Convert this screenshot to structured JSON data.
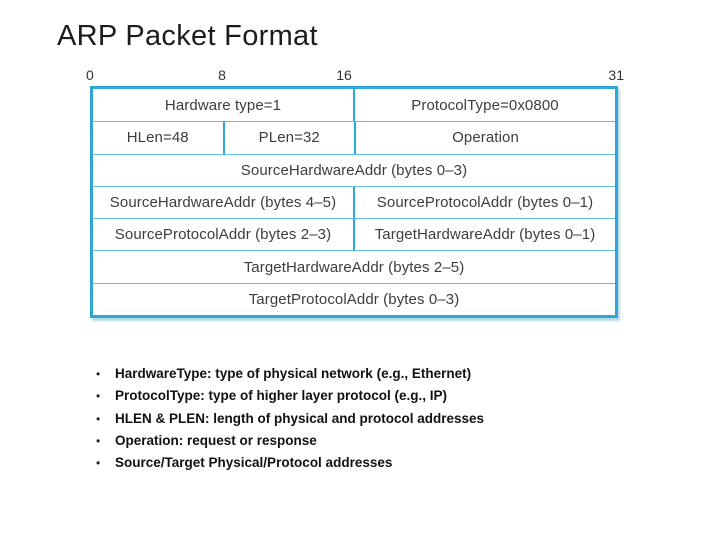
{
  "title": "ARP Packet Format",
  "colors": {
    "accent_border": "#2fa7d4",
    "inner_line": "#63bfe2",
    "cell_text": "#3d3d3d",
    "title_text": "#1c1c1c",
    "bullet_text": "#111111",
    "background": "#ffffff"
  },
  "diagram": {
    "bit_labels": [
      "0",
      "8",
      "16",
      "31"
    ],
    "rows": [
      {
        "cells": [
          {
            "text": "Hardware type=1",
            "span": 16
          },
          {
            "text": "ProtocolType=0x0800",
            "span": 16
          }
        ]
      },
      {
        "cells": [
          {
            "text": "HLen=48",
            "span": 8
          },
          {
            "text": "PLen=32",
            "span": 8
          },
          {
            "text": "Operation",
            "span": 16
          }
        ]
      },
      {
        "cells": [
          {
            "text": "SourceHardwareAddr (bytes 0–3)",
            "span": 32
          }
        ]
      },
      {
        "cells": [
          {
            "text": "SourceHardwareAddr (bytes 4–5)",
            "span": 16
          },
          {
            "text": "SourceProtocolAddr (bytes 0–1)",
            "span": 16
          }
        ]
      },
      {
        "cells": [
          {
            "text": "SourceProtocolAddr (bytes 2–3)",
            "span": 16
          },
          {
            "text": "TargetHardwareAddr (bytes 0–1)",
            "span": 16
          }
        ]
      },
      {
        "cells": [
          {
            "text": "TargetHardwareAddr (bytes 2–5)",
            "span": 32
          }
        ]
      },
      {
        "cells": [
          {
            "text": "TargetProtocolAddr (bytes 0–3)",
            "span": 32
          }
        ]
      }
    ]
  },
  "bullet_marker": "•",
  "bullets": [
    "HardwareType: type of physical network (e.g., Ethernet)",
    "ProtocolType: type of higher layer protocol (e.g., IP)",
    "HLEN & PLEN: length of physical and protocol addresses",
    "Operation: request or response",
    "Source/Target Physical/Protocol addresses"
  ]
}
